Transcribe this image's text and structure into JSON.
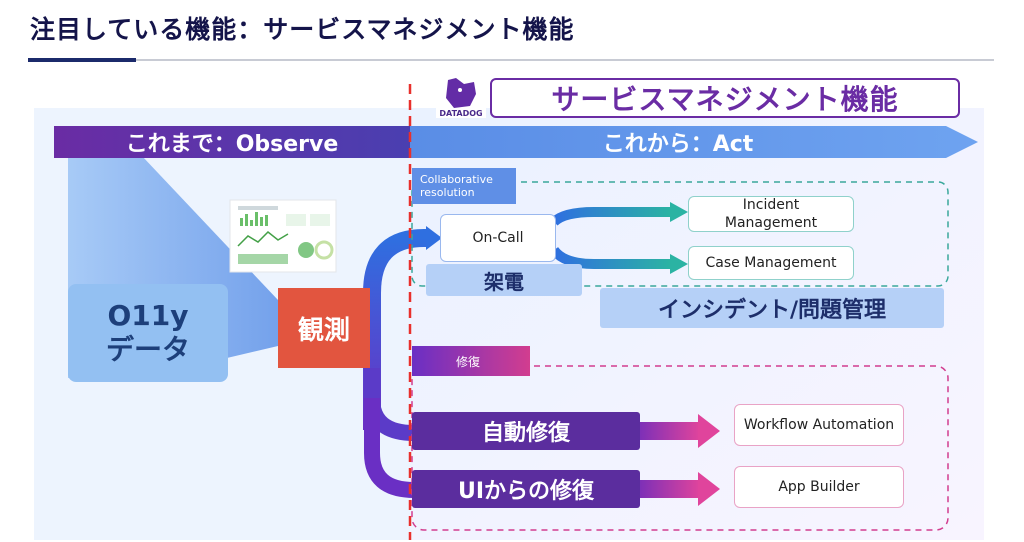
{
  "header": {
    "title": "注目している機能：サービスマネジメント機能"
  },
  "banner": {
    "logo_text": "DATADOG",
    "title": "サービスマネジメント機能"
  },
  "timeline": {
    "past": "これまで：Observe",
    "future": "これから：Act"
  },
  "left": {
    "data_label_1": "O11y",
    "data_label_2": "データ",
    "observe_label": "観測"
  },
  "collab": {
    "tag": "Collaborative resolution",
    "oncall": "On-Call",
    "oncall_jp": "架電",
    "incident_line1": "Incident",
    "incident_line2": "Management",
    "case": "Case Management",
    "footer": "インシデント/問題管理"
  },
  "remediation": {
    "tag": "修復",
    "auto": "自動修復",
    "ui": "UIからの修復",
    "workflow": "Workflow Automation",
    "app": "App Builder"
  },
  "colors": {
    "navy": "#1b2a6b",
    "purple": "#6a2da0",
    "blue": "#5e93ea",
    "teal": "#2bb3a3",
    "red": "#e24b3c",
    "pink": "#d23d8f"
  }
}
